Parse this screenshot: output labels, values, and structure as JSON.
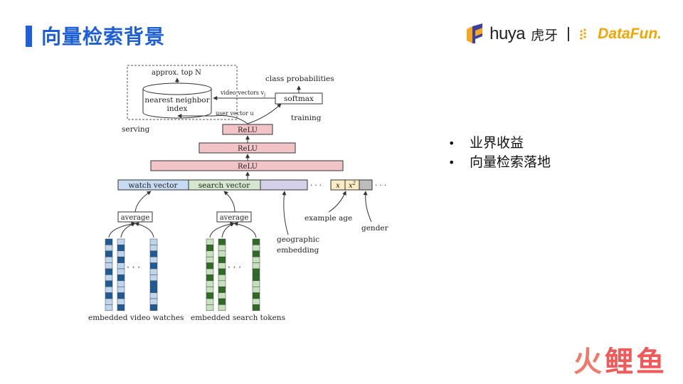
{
  "header": {
    "title": "向量检索背景",
    "logo_huya": "huya",
    "logo_huya_cn": "虎牙",
    "logo_separator": "|",
    "logo_datafun": "DataFun."
  },
  "bullets": [
    "业界收益",
    "向量检索落地"
  ],
  "diagram": {
    "approx_top": "approx. top N",
    "nn_index_line1": "nearest neighbor",
    "nn_index_line2": "index",
    "video_vectors": "video vectors v",
    "video_vectors_sub": "j",
    "class_probabilities": "class probabilities",
    "softmax": "softmax",
    "user_vector": "user vector u",
    "training": "training",
    "serving": "serving",
    "relu_1": "ReLU",
    "relu_2": "ReLU",
    "relu_3": "ReLU",
    "watch_vector": "watch vector",
    "search_vector": "search vector",
    "ellipsis": "· · ·",
    "x_label": "x",
    "x2_label": "x",
    "x2_sup": "2",
    "average_1": "average",
    "average_2": "average",
    "example_age": "example age",
    "gender": "gender",
    "geo_line1": "geographic",
    "geo_line2": "embedding",
    "embedded_video": "embedded video watches",
    "embedded_search": "embedded search tokens",
    "colors": {
      "relu_fill": "#f2c4c8",
      "watch_fill": "#c7dbf2",
      "search_fill": "#d4e8cf",
      "geo_fill": "#d4d0ea",
      "age_fill": "#faebc2",
      "gender_fill": "#bdbdbd",
      "blue_dark": "#1e5b96",
      "blue_light": "#bcd6ef",
      "green_dark": "#2e6b24",
      "green_light": "#c6e2bd"
    }
  },
  "watermark": {
    "part1": "火",
    "part2": "鲤鱼"
  }
}
